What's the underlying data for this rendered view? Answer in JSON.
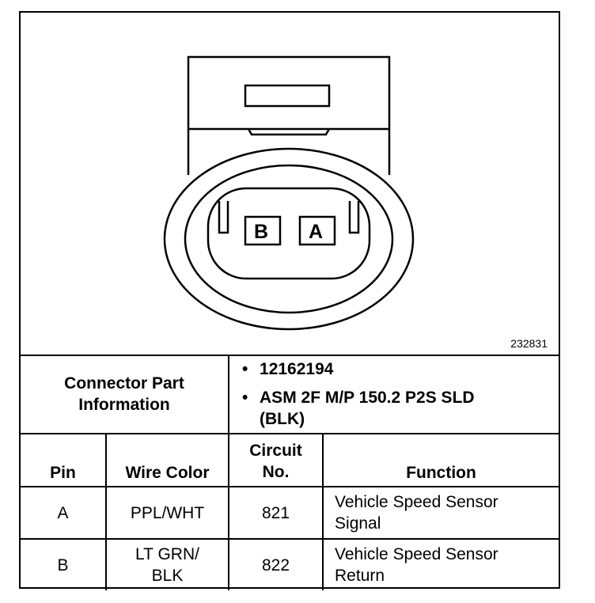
{
  "diagram": {
    "figure_number": "232831",
    "pin_labels": [
      "B",
      "A"
    ]
  },
  "connector": {
    "header": "Connector Part Information",
    "parts": [
      "12162194",
      "ASM 2F M/P 150.2 P2S SLD (BLK)"
    ]
  },
  "table": {
    "headers": [
      "Pin",
      "Wire Color",
      "Circuit No.",
      "Function"
    ],
    "rows": [
      {
        "pin": "A",
        "wire_color": "PPL/WHT",
        "circuit": "821",
        "function": "Vehicle Speed Sensor Signal"
      },
      {
        "pin": "B",
        "wire_color": "LT GRN/ BLK",
        "circuit": "822",
        "function": "Vehicle Speed Sensor Return"
      }
    ]
  }
}
